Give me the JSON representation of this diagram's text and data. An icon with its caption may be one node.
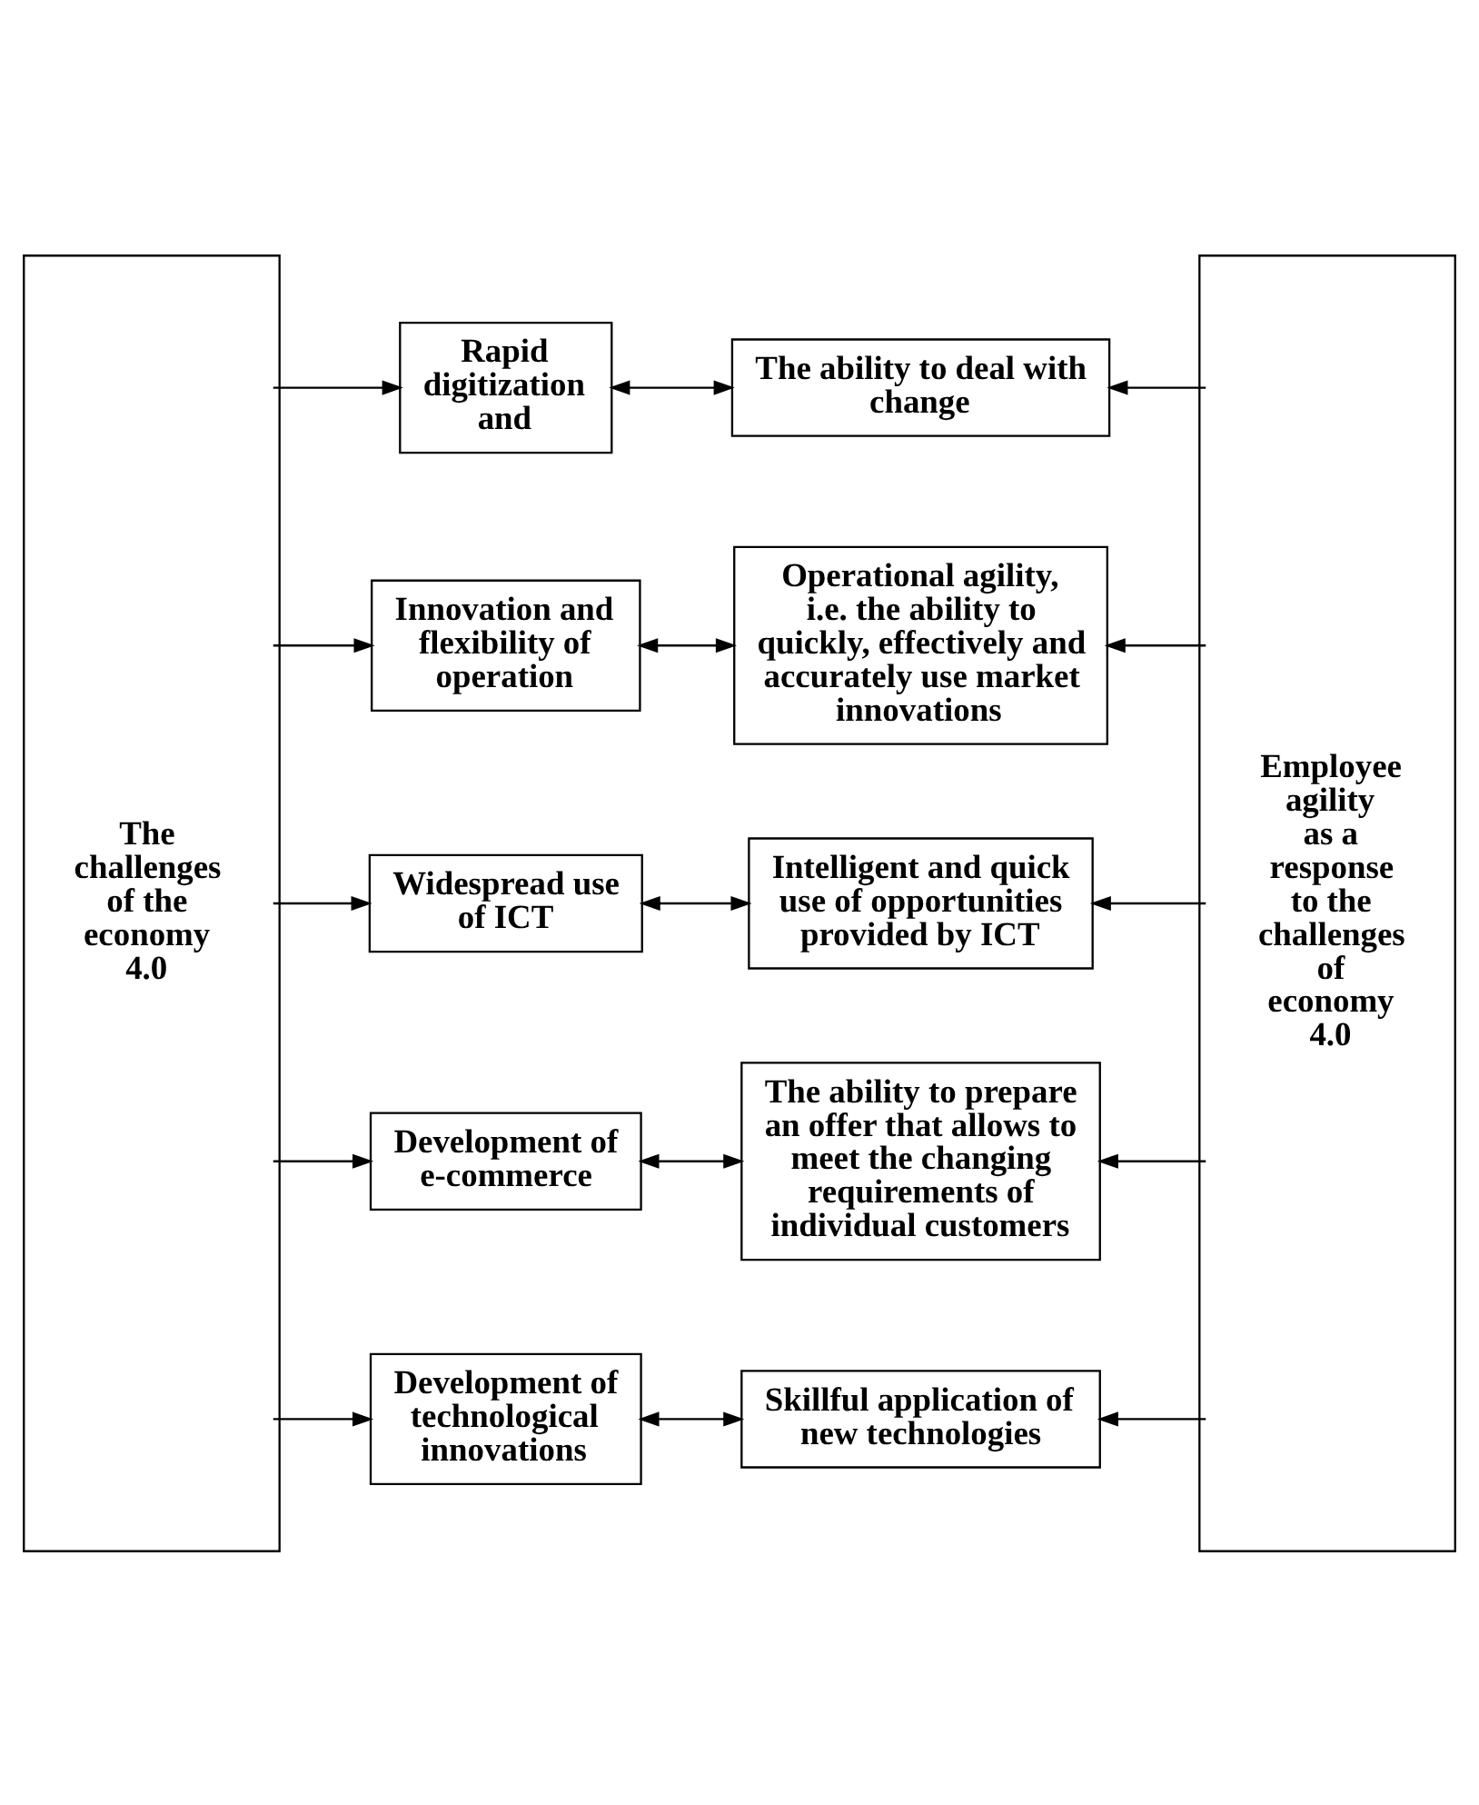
{
  "diagram": {
    "nodes": [
      {
        "text": [
          "The challenges of the economy 4.0"
        ]
      },
      {
        "text": [
          "Rapid digitization and"
        ]
      },
      {
        "text": [
          "Innovation and flexibility of operation"
        ]
      },
      {
        "text": [
          "Widespread use of ICT"
        ]
      },
      {
        "text": [
          "Development of e-commerce"
        ]
      },
      {
        "text": [
          "Development of technological innovations"
        ]
      },
      {
        "text": [
          "Employee agility as a response to the challenges of economy 4.0"
        ]
      },
      {
        "text": [
          "The ability to deal with change"
        ]
      },
      {
        "text": [
          "Operational agility, i.e. the ability to quickly, effectively and accurately use market innovations"
        ]
      },
      {
        "text": [
          "Intelligent and quick use of opportunities provided by ICT"
        ]
      },
      {
        "text": [
          "The ability to prepare an offer that allows to meet the changing requirements of individual customers"
        ]
      },
      {
        "text": [
          "Skillful application of new technologies"
        ]
      }
    ],
    "edges": [
      {
        "from": 0,
        "to": 1,
        "arrow": "to"
      },
      {
        "from": 0,
        "to": 2,
        "arrow": "to"
      },
      {
        "from": 0,
        "to": 3,
        "arrow": "to"
      },
      {
        "from": 0,
        "to": 4,
        "arrow": "to"
      },
      {
        "from": 0,
        "to": 5,
        "arrow": "to"
      },
      {
        "from": 1,
        "to": 7,
        "arrow": "both"
      },
      {
        "from": 2,
        "to": 8,
        "arrow": "both"
      },
      {
        "from": 3,
        "to": 9,
        "arrow": "both"
      },
      {
        "from": 4,
        "to": 10,
        "arrow": "both"
      },
      {
        "from": 5,
        "to": 11,
        "arrow": "both"
      },
      {
        "from": 6,
        "to": 7,
        "arrow": "to"
      },
      {
        "from": 6,
        "to": 8,
        "arrow": "to"
      },
      {
        "from": 6,
        "to": 9,
        "arrow": "to"
      },
      {
        "from": 6,
        "to": 10,
        "arrow": "to"
      },
      {
        "from": 6,
        "to": 11,
        "arrow": "to"
      }
    ]
  }
}
